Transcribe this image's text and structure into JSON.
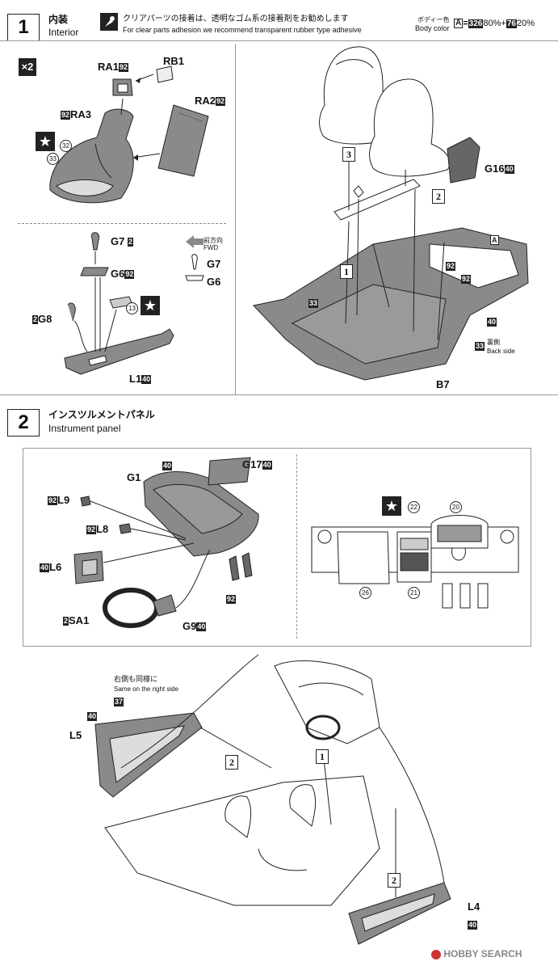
{
  "step1": {
    "number": "1",
    "title_jp": "内装",
    "title_en": "Interior",
    "adhesive_note_jp": "クリアパーツの接着は、透明なゴム系の接着剤をお勧めします",
    "adhesive_note_en": "For clear parts adhesion we recommend transparent rubber type adhesive",
    "body_color_jp": "ボディー色",
    "body_color_en": "Body color",
    "body_color_code": "A",
    "body_color_mix_a": "326",
    "body_color_mix_a_pct": "80%",
    "body_color_plus": "+",
    "body_color_mix_b": "76",
    "body_color_mix_b_pct": "20%",
    "quantity": "×2",
    "seat_parts": {
      "ra1": "RA1",
      "ra1_color": "92",
      "rb1": "RB1",
      "ra3": "RA3",
      "ra3_color": "92",
      "ra2": "RA2",
      "ra2_color": "92",
      "c32": "32",
      "c33": "33"
    },
    "console_parts": {
      "g7": "G7",
      "g7_color": "2",
      "g6": "G6",
      "g6_color": "92",
      "g8": "G8",
      "g8_color": "2",
      "c13": "13",
      "l1": "L1",
      "l1_color": "40",
      "fwd_jp": "前方向",
      "fwd_en": "FWD",
      "g7_side": "G7",
      "g6_side": "G6"
    },
    "floor_parts": {
      "step3": "3",
      "step2": "2",
      "step1": "1",
      "g16": "G16",
      "g16_color": "40",
      "a": "A",
      "c92a": "92",
      "c92b": "92",
      "c33": "33",
      "c40": "40",
      "back_color": "33",
      "back_side_jp": "裏側",
      "back_side_en": "Back side",
      "b7": "B7"
    }
  },
  "step2": {
    "number": "2",
    "title_jp": "インスツルメントパネル",
    "title_en": "Instrument panel",
    "panel_parts": {
      "g1": "G1",
      "g1_color": "40",
      "g17": "G17",
      "g17_color": "40",
      "l9": "L9",
      "l9_color": "92",
      "l8": "L8",
      "l8_color": "92",
      "l6": "L6",
      "l6_color": "40",
      "sa1": "SA1",
      "sa1_color": "2",
      "g9": "G9",
      "g9_color": "40",
      "c92": "92"
    },
    "decal_refs": {
      "d22": "22",
      "d20": "20",
      "d26": "26",
      "d21": "21"
    },
    "door_parts": {
      "right_side_jp": "右側も同様に",
      "right_side_en": "Same on the right side",
      "l5": "L5",
      "l5_color": "40",
      "l5_inner": "37",
      "l4": "L4",
      "l4_color": "40",
      "step2a": "2",
      "step2b": "2",
      "step1": "1"
    }
  },
  "watermark": "HOBBY SEARCH",
  "colors": {
    "ink": "#222222",
    "gray_fill": "#8a8a8a",
    "light_fill": "#d8d8d8"
  }
}
